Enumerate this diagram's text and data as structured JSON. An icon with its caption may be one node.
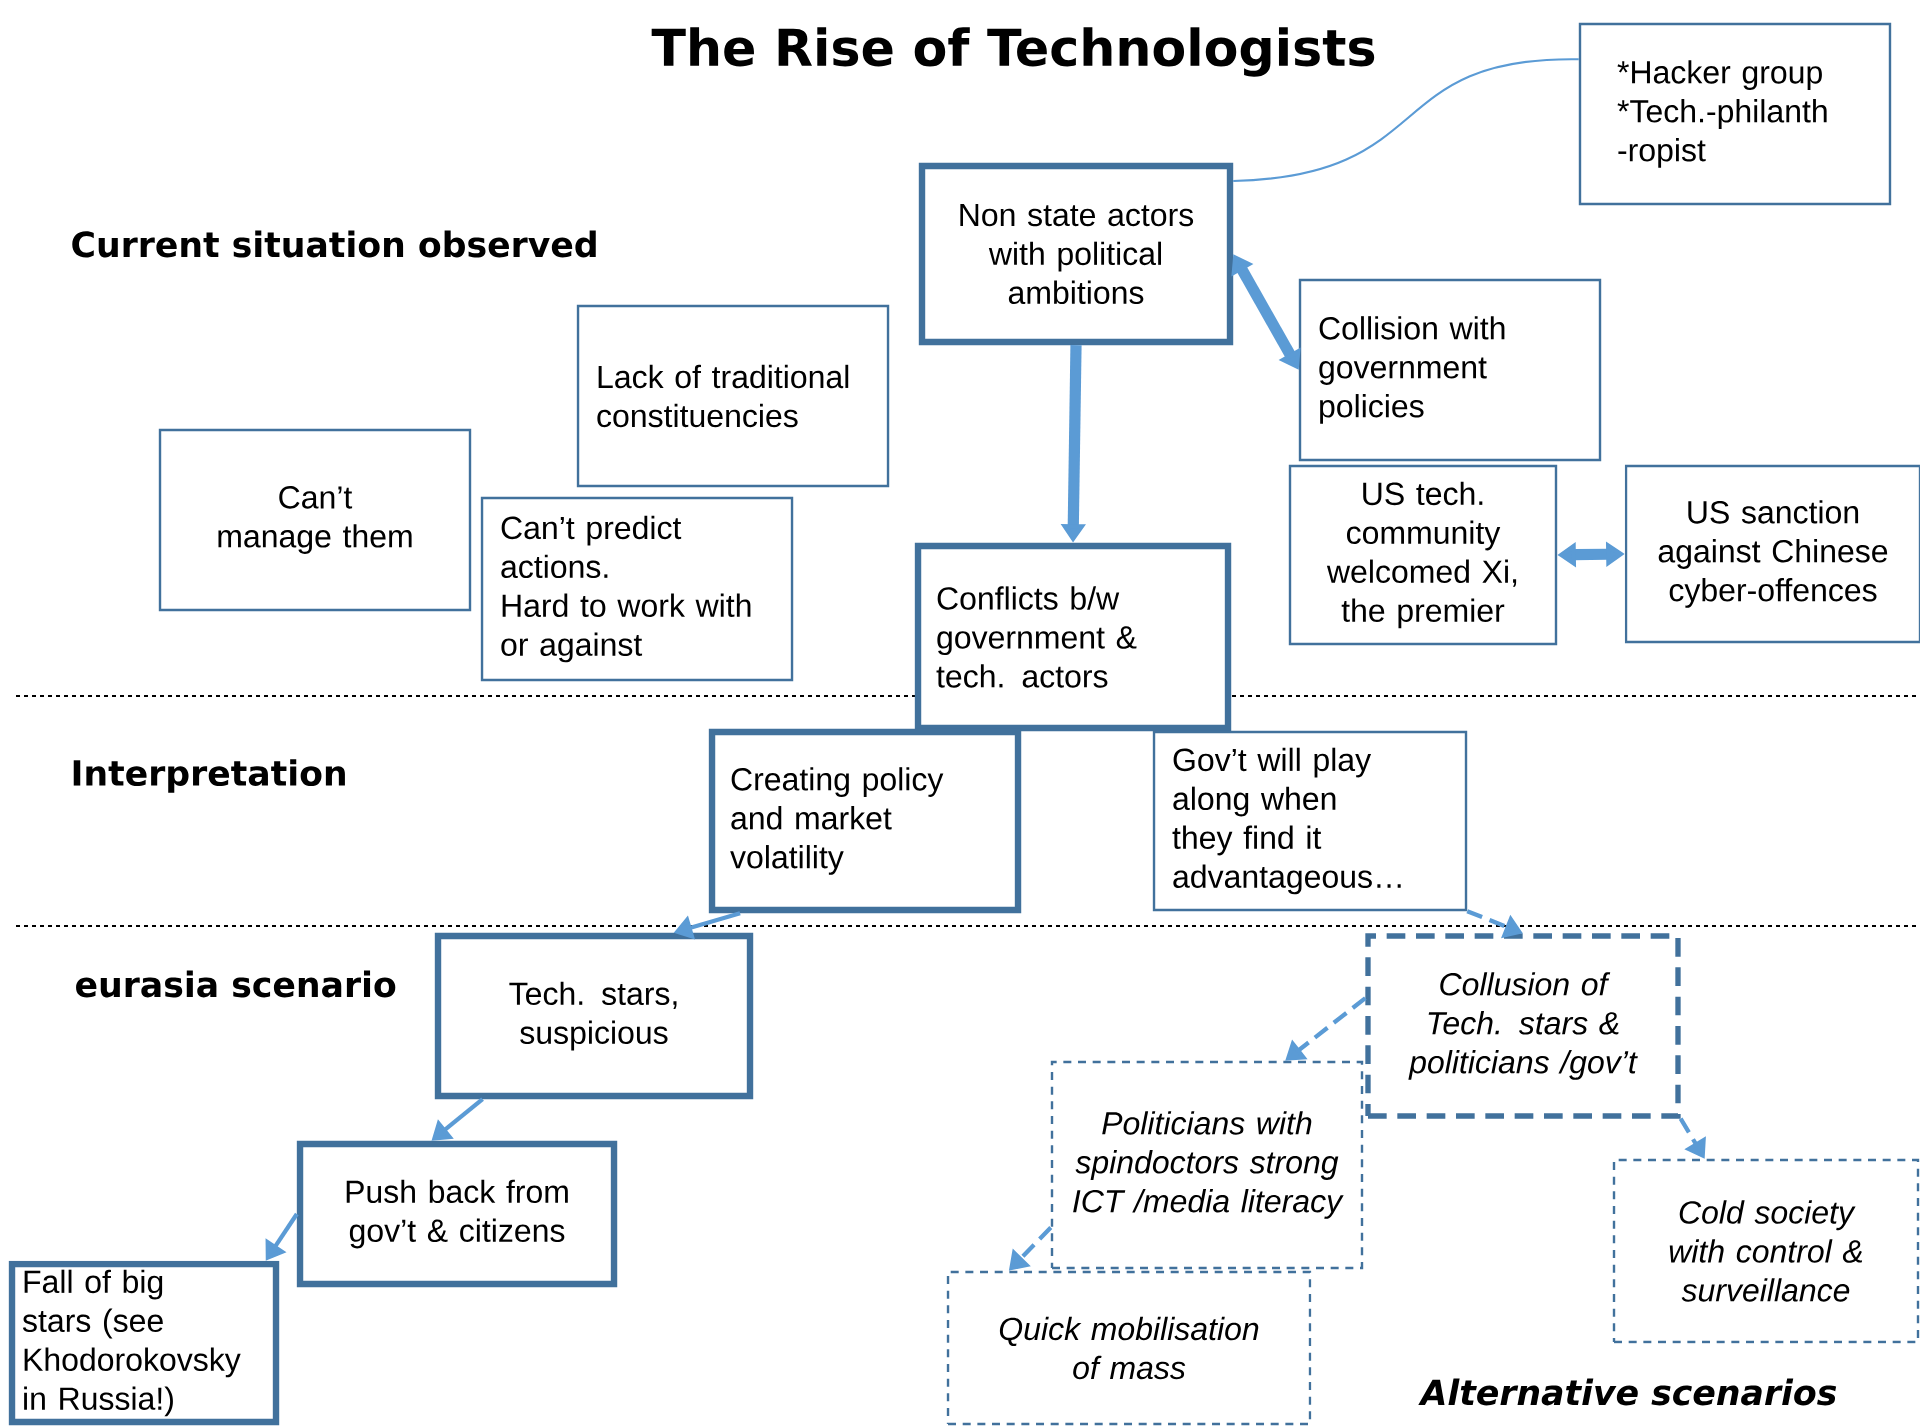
{
  "diagram": {
    "title": "The Rise of Technologists",
    "nodes": [
      {
        "text": [
          "Non state actors with political ambitions"
        ]
      },
      {
        "text": [
          "*Hacker group",
          "*Tech.-philanth -ropist"
        ]
      },
      {
        "text": [
          "Collision with government policies"
        ]
      },
      {
        "text": [
          "US tech. community welcomed Xi, the premier"
        ]
      },
      {
        "text": [
          "US sanction against Chinese cyber-offences"
        ]
      },
      {
        "text": [
          "Lack of traditional constituencies"
        ]
      },
      {
        "text": [
          "Can’t manage them"
        ]
      },
      {
        "text": [
          "Can’t predict actions.",
          "Hard to work with or against"
        ]
      },
      {
        "text": [
          "Conflicts b/w government & tech. actors"
        ]
      },
      {
        "text": [
          "Creating policy and market volatility"
        ]
      },
      {
        "text": [
          "Gov’t will play along when they find it advantageous…"
        ]
      },
      {
        "text": [
          "Tech. stars, suspicious"
        ]
      },
      {
        "text": [
          "Push back from gov’t & citizens"
        ]
      },
      {
        "text": [
          "Fall of big stars (see Khodorokovsky in Russia!)"
        ]
      },
      {
        "text": [
          "Collusion of Tech. stars & politicians /gov’t"
        ]
      },
      {
        "text": [
          "Politicians with spindoctors strong ICT /media literacy"
        ]
      },
      {
        "text": [
          "Quick mobilisation of mass"
        ]
      },
      {
        "text": [
          "Cold society with control & surveillance"
        ]
      }
    ],
    "edges": [
      {
        "from": 1,
        "to": 0,
        "arrow": "none"
      },
      {
        "from": 0,
        "to": 2,
        "arrow": "both",
        "style": "thick"
      },
      {
        "from": 0,
        "to": 8,
        "arrow": "to",
        "style": "thick"
      },
      {
        "from": 3,
        "to": 4,
        "arrow": "both",
        "style": "thick"
      },
      {
        "from": 9,
        "to": 11,
        "arrow": "to"
      },
      {
        "from": 11,
        "to": 12,
        "arrow": "to"
      },
      {
        "from": 12,
        "to": 13,
        "arrow": "to"
      },
      {
        "from": 10,
        "to": 14,
        "arrow": "to",
        "style": "dashed"
      },
      {
        "from": 14,
        "to": 15,
        "arrow": "to",
        "style": "dashed"
      },
      {
        "from": 14,
        "to": 17,
        "arrow": "to",
        "style": "dashed"
      },
      {
        "from": 15,
        "to": 16,
        "arrow": "to",
        "style": "dashed"
      }
    ],
    "labels": [
      "Current situation observed",
      "Interpretation",
      "eurasia scenario",
      "Alternative  scenarios"
    ]
  }
}
